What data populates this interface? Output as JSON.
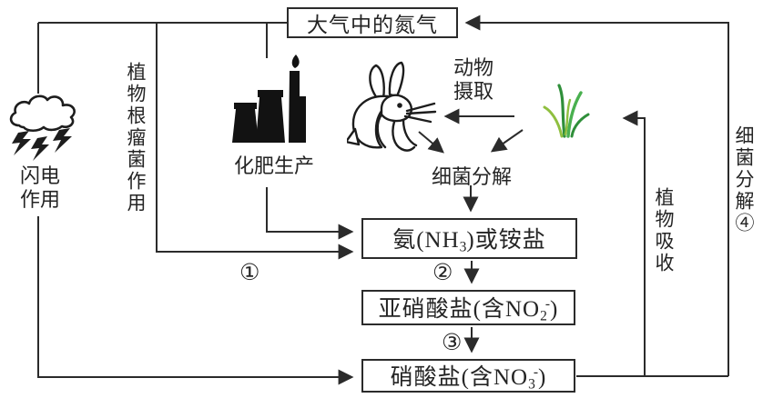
{
  "diagram": {
    "colors": {
      "line": "#2b2b2b",
      "background": "#ffffff",
      "grass_green_dark": "#2f8f3a",
      "grass_green_mid": "#49b04f",
      "grass_green_light": "#8fbf3f"
    },
    "boxes": {
      "atmosphere": {
        "label": "大气中的氮气"
      },
      "ammonia": {
        "pre": "氨(NH",
        "sub": "3",
        "post": ")或铵盐"
      },
      "nitrite": {
        "pre": "亚硝酸盐(含NO",
        "sub": "2",
        "sup": "-",
        "post": ")"
      },
      "nitrate": {
        "pre": "硝酸盐(含NO",
        "sub": "3",
        "sup": "-",
        "post": ")"
      }
    },
    "labels": {
      "lightning_line1": "闪电",
      "lightning_line2": "作用",
      "root_nodule": "植物根瘤菌作用",
      "fertilizer": "化肥生产",
      "animal_line1": "动物",
      "animal_line2": "摄取",
      "bacteria_mid": "细菌分解",
      "plant_absorb": "植物吸收",
      "bacteria_right": "细菌分解④",
      "step1": "①",
      "step2": "②",
      "step3": "③"
    },
    "icons": {
      "cloud_lightning": "cloud-with-lightning-bolts",
      "factory": "factory-chimney-silhouette",
      "rabbit": "rabbit-outline",
      "grass": "grass-tuft"
    }
  }
}
